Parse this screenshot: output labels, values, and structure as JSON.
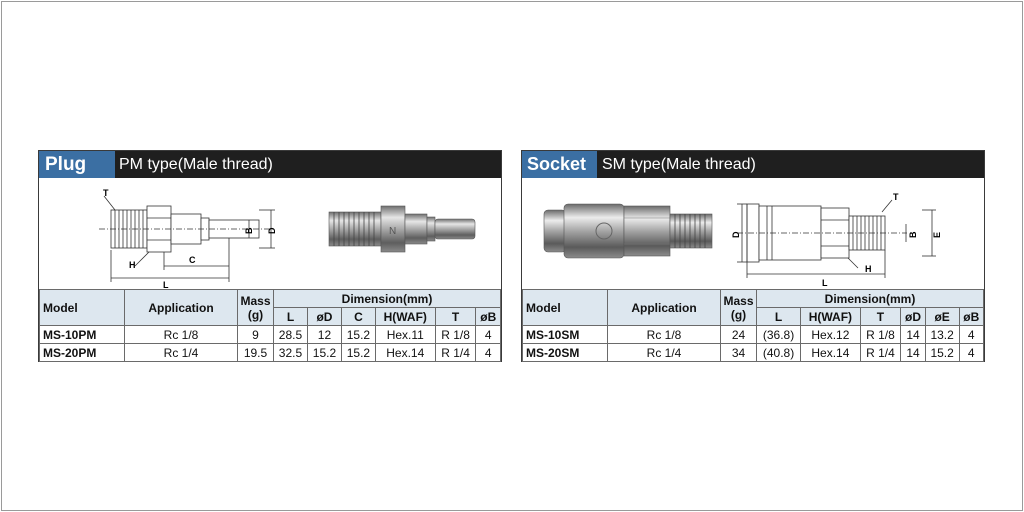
{
  "plug": {
    "tag": "Plug",
    "title": "PM type(Male thread)",
    "drawing_labels": {
      "T": "T",
      "H": "H",
      "C": "C",
      "L": "L",
      "B": "B",
      "D": "D"
    },
    "photo_mark": "N",
    "table": {
      "headers": {
        "model": "Model",
        "application": "Application",
        "mass": "Mass",
        "mass_unit": "(g)",
        "dimension": "Dimension(mm)"
      },
      "dims": [
        "L",
        "øD",
        "C",
        "H(WAF)",
        "T",
        "øB"
      ],
      "rows": [
        {
          "model": "MS-10PM",
          "application": "Rc 1/8",
          "mass": "9",
          "vals": [
            "28.5",
            "12",
            "15.2",
            "Hex.11",
            "R 1/8",
            "4"
          ]
        },
        {
          "model": "MS-20PM",
          "application": "Rc 1/4",
          "mass": "19.5",
          "vals": [
            "32.5",
            "15.2",
            "15.2",
            "Hex.14",
            "R 1/4",
            "4"
          ]
        }
      ]
    }
  },
  "socket": {
    "tag": "Socket",
    "title": "SM type(Male thread)",
    "drawing_labels": {
      "T": "T",
      "H": "H",
      "L": "L",
      "D": "D",
      "B": "B",
      "E": "E"
    },
    "table": {
      "headers": {
        "model": "Model",
        "application": "Application",
        "mass": "Mass",
        "mass_unit": "(g)",
        "dimension": "Dimension(mm)"
      },
      "dims": [
        "L",
        "H(WAF)",
        "T",
        "øD",
        "øE",
        "øB"
      ],
      "rows": [
        {
          "model": "MS-10SM",
          "application": "Rc 1/8",
          "mass": "24",
          "vals": [
            "(36.8)",
            "Hex.12",
            "R 1/8",
            "14",
            "13.2",
            "4"
          ]
        },
        {
          "model": "MS-20SM",
          "application": "Rc 1/4",
          "mass": "34",
          "vals": [
            "(40.8)",
            "Hex.14",
            "R 1/4",
            "14",
            "15.2",
            "4"
          ]
        }
      ]
    }
  },
  "colors": {
    "header_bg": "#1f1f1f",
    "tag_bg": "#3b6fa3",
    "table_header_bg": "#dde7ef"
  }
}
